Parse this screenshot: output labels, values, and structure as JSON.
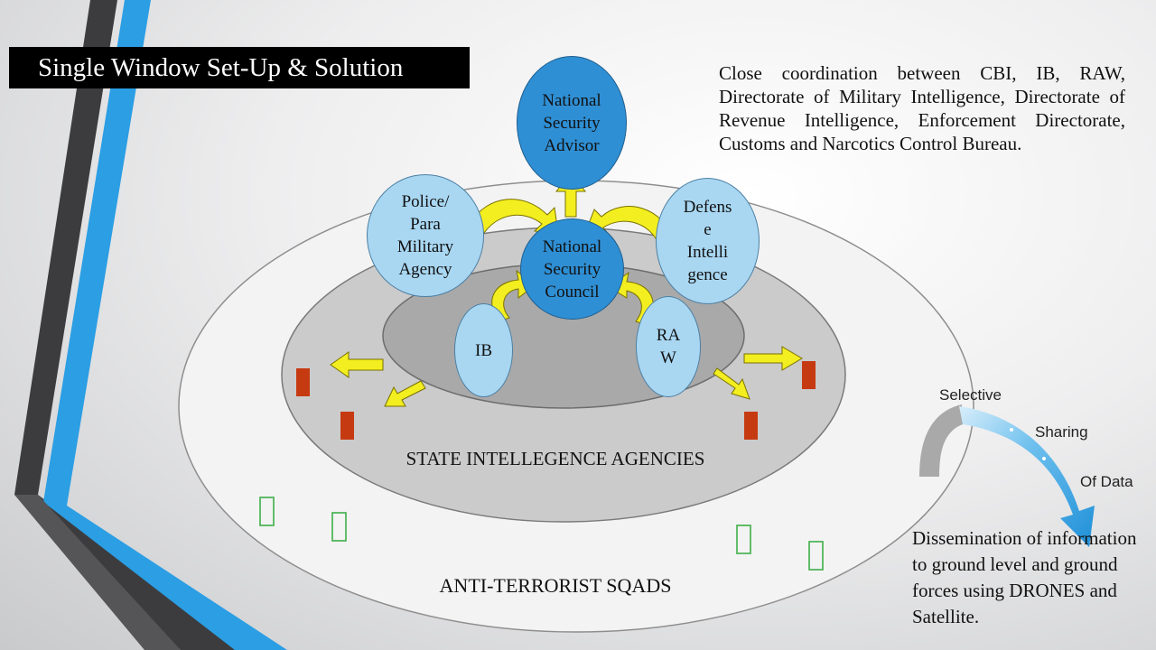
{
  "title": "Single Window Set-Up & Solution",
  "coordination_text": "Close coordination between CBI, IB, RAW, Directorate of Military Intelligence, Directorate of Revenue Intelligence, Enforcement Directorate, Customs and Narcotics Control Bureau.",
  "nodes": {
    "nsa": "National\nSecurity\nAdvisor",
    "nsc": "National\nSecurity\nCouncil",
    "police": "Police/\nPara\nMilitary\nAgency",
    "defense": "Defens\ne\nIntelli\ngence",
    "ib": "IB",
    "raw": "RA\nW"
  },
  "rings": {
    "state": "STATE INTELLEGENCE AGENCIES",
    "anti_terror": "ANTI-TERRORIST SQADS"
  },
  "flow": {
    "selective": "Selective",
    "sharing": "Sharing",
    "of_data": "Of Data"
  },
  "dissemination_text": "Dissemination of information to ground level and ground forces using DRONES and Satellite.",
  "colors": {
    "dark_blue_node": "#2f8fd4",
    "light_blue_node": "#a9d7f2",
    "arrow_yellow": "#f3ee1f",
    "marker_red": "#c63a12",
    "marker_green": "#3fae49",
    "accent_blue": "#2ea4e6"
  }
}
